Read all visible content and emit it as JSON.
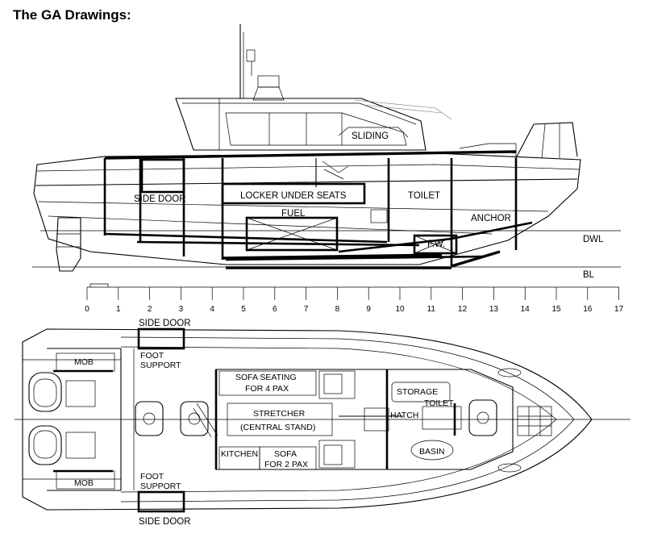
{
  "title": "The GA Drawings:",
  "profile": {
    "labels": {
      "sliding": "SLIDING",
      "side_door": "SIDE DOOR",
      "locker": "LOCKER UNDER SEATS",
      "toilet": "TOILET",
      "fuel": "FUEL",
      "anchor": "ANCHOR",
      "fw": "F.W.",
      "dwl": "DWL",
      "bl": "BL"
    }
  },
  "scale": {
    "ticks": [
      "0",
      "1",
      "2",
      "3",
      "4",
      "5",
      "6",
      "7",
      "8",
      "9",
      "10",
      "11",
      "12",
      "13",
      "14",
      "15",
      "16",
      "17"
    ]
  },
  "plan": {
    "labels": {
      "side_door_top": "SIDE DOOR",
      "side_door_bottom": "SIDE DOOR",
      "mob_top": "MOB",
      "mob_bottom": "MOB",
      "foot_support_top": [
        "FOOT",
        "SUPPORT"
      ],
      "foot_support_bottom": [
        "FOOT",
        "SUPPORT"
      ],
      "sofa4": [
        "SOFA SEATING",
        "FOR 4 PAX"
      ],
      "stretcher": [
        "STRETCHER",
        "(CENTRAL STAND)"
      ],
      "kitchen": "KITCHEN",
      "sofa2": [
        "SOFA",
        "FOR 2 PAX"
      ],
      "storage": "STORAGE",
      "toilet": "TOILET",
      "hatch": "HATCH",
      "basin": "BASIN"
    }
  }
}
